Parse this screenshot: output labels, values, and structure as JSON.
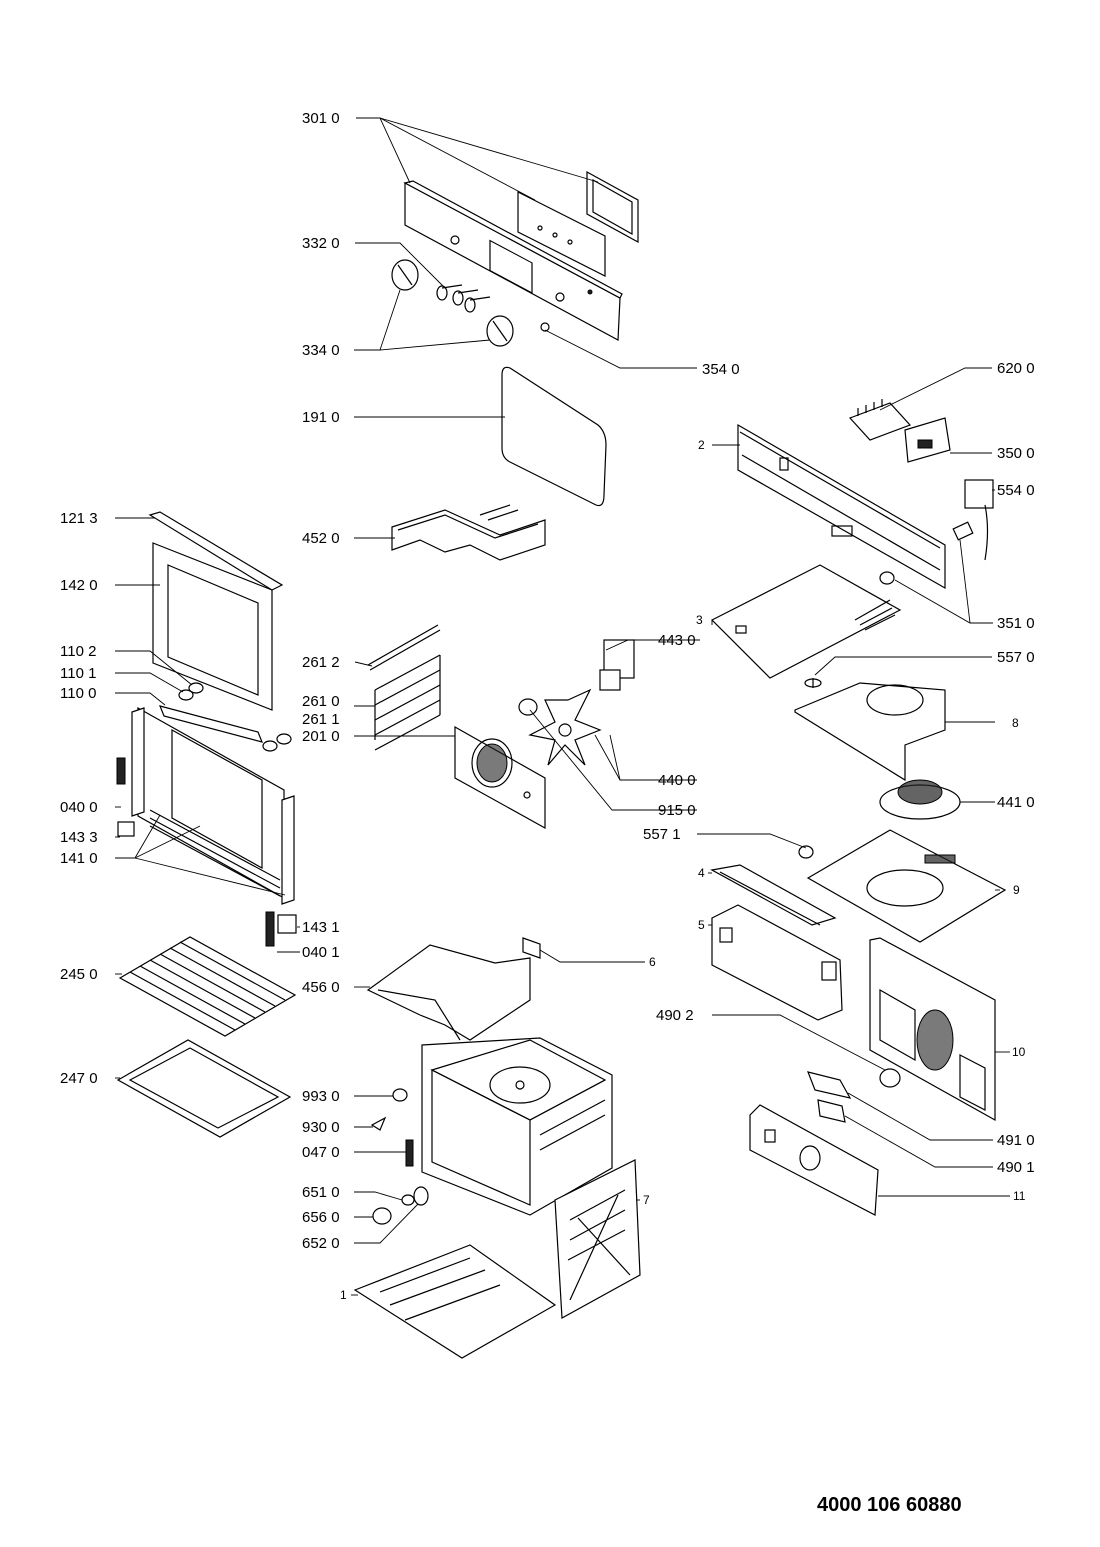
{
  "document_number": "4000 106 60880",
  "parts": [
    {
      "id": "p3010",
      "label": "301 0"
    },
    {
      "id": "p3320",
      "label": "332 0"
    },
    {
      "id": "p3340",
      "label": "334 0"
    },
    {
      "id": "p3540",
      "label": "354 0"
    },
    {
      "id": "p1910",
      "label": "191 0"
    },
    {
      "id": "p6200",
      "label": "620 0"
    },
    {
      "id": "p2",
      "label": "2"
    },
    {
      "id": "p3500",
      "label": "350 0"
    },
    {
      "id": "p5540",
      "label": "554 0"
    },
    {
      "id": "p1213",
      "label": "121 3"
    },
    {
      "id": "p4520",
      "label": "452 0"
    },
    {
      "id": "p1420",
      "label": "142 0"
    },
    {
      "id": "p3510",
      "label": "351 0"
    },
    {
      "id": "p3",
      "label": "3"
    },
    {
      "id": "p4430",
      "label": "443 0"
    },
    {
      "id": "p2612",
      "label": "261 2"
    },
    {
      "id": "p1102",
      "label": "110 2"
    },
    {
      "id": "p5570",
      "label": "557 0"
    },
    {
      "id": "p1101",
      "label": "110 1"
    },
    {
      "id": "p1100",
      "label": "110 0"
    },
    {
      "id": "p2610",
      "label": "261 0"
    },
    {
      "id": "p2611",
      "label": "261 1"
    },
    {
      "id": "p8",
      "label": "8"
    },
    {
      "id": "p2010",
      "label": "201 0"
    },
    {
      "id": "p4400",
      "label": "440 0"
    },
    {
      "id": "p4410",
      "label": "441 0"
    },
    {
      "id": "p0400",
      "label": "040 0"
    },
    {
      "id": "p9150",
      "label": "915 0"
    },
    {
      "id": "p1433",
      "label": "143 3"
    },
    {
      "id": "p5571",
      "label": "557 1"
    },
    {
      "id": "p1410",
      "label": "141 0"
    },
    {
      "id": "p4",
      "label": "4"
    },
    {
      "id": "p9",
      "label": "9"
    },
    {
      "id": "p5",
      "label": "5"
    },
    {
      "id": "p1431",
      "label": "143 1"
    },
    {
      "id": "p0401",
      "label": "040 1"
    },
    {
      "id": "p6",
      "label": "6"
    },
    {
      "id": "p2450",
      "label": "245 0"
    },
    {
      "id": "p4560",
      "label": "456 0"
    },
    {
      "id": "p4902",
      "label": "490 2"
    },
    {
      "id": "p10",
      "label": "10"
    },
    {
      "id": "p2470",
      "label": "247 0"
    },
    {
      "id": "p9930",
      "label": "993 0"
    },
    {
      "id": "p9300",
      "label": "930 0"
    },
    {
      "id": "p4910",
      "label": "491 0"
    },
    {
      "id": "p0470",
      "label": "047 0"
    },
    {
      "id": "p4901",
      "label": "490 1"
    },
    {
      "id": "p6510",
      "label": "651 0"
    },
    {
      "id": "p7",
      "label": "7"
    },
    {
      "id": "p11",
      "label": "11"
    },
    {
      "id": "p6560",
      "label": "656 0"
    },
    {
      "id": "p6520",
      "label": "652 0"
    },
    {
      "id": "p1",
      "label": "1"
    }
  ]
}
